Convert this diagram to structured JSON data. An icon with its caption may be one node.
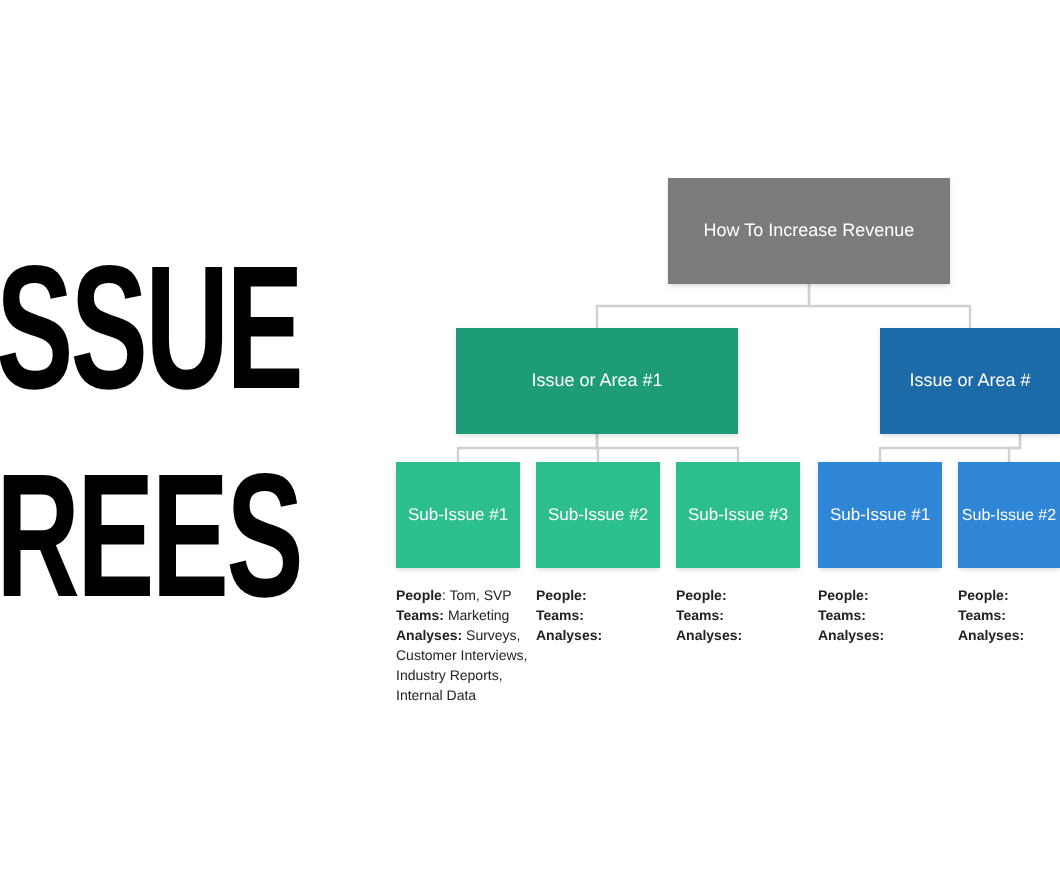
{
  "diagram": {
    "nodes": [
      {
        "text": [
          "How To Increase Revenue"
        ]
      },
      {
        "text": [
          "Issue or Area #1"
        ]
      },
      {
        "text": [
          "Issue or Area #"
        ]
      },
      {
        "text": [
          "Sub-Issue #1"
        ],
        "beside": [
          "**People**: Tom, SVP",
          "**Teams:** Marketing",
          "**Analyses:** Surveys, Customer Interviews, Industry Reports, Internal Data"
        ]
      },
      {
        "text": [
          "Sub-Issue #2"
        ],
        "beside": [
          "**People:**",
          "**Teams:**",
          "**Analyses:**"
        ]
      },
      {
        "text": [
          "Sub-Issue #3"
        ],
        "beside": [
          "**People:**",
          "**Teams:**",
          "**Analyses:**"
        ]
      },
      {
        "text": [
          "Sub-Issue #1"
        ],
        "beside": [
          "**People:**",
          "**Teams:**",
          "**Analyses:**"
        ]
      },
      {
        "text": [
          "Sub-Issue #2"
        ],
        "beside": [
          "**People:**",
          "**Teams:**",
          "**Analyses:**"
        ]
      }
    ],
    "edges": [
      {
        "from": 0,
        "to": 1,
        "arrow": "none"
      },
      {
        "from": 0,
        "to": 2,
        "arrow": "none"
      },
      {
        "from": 1,
        "to": 3,
        "arrow": "none"
      },
      {
        "from": 1,
        "to": 4,
        "arrow": "none"
      },
      {
        "from": 1,
        "to": 5,
        "arrow": "none"
      },
      {
        "from": 2,
        "to": 6,
        "arrow": "none"
      },
      {
        "from": 2,
        "to": 7,
        "arrow": "none"
      }
    ],
    "labels": [
      "SSUE",
      "REES"
    ]
  }
}
